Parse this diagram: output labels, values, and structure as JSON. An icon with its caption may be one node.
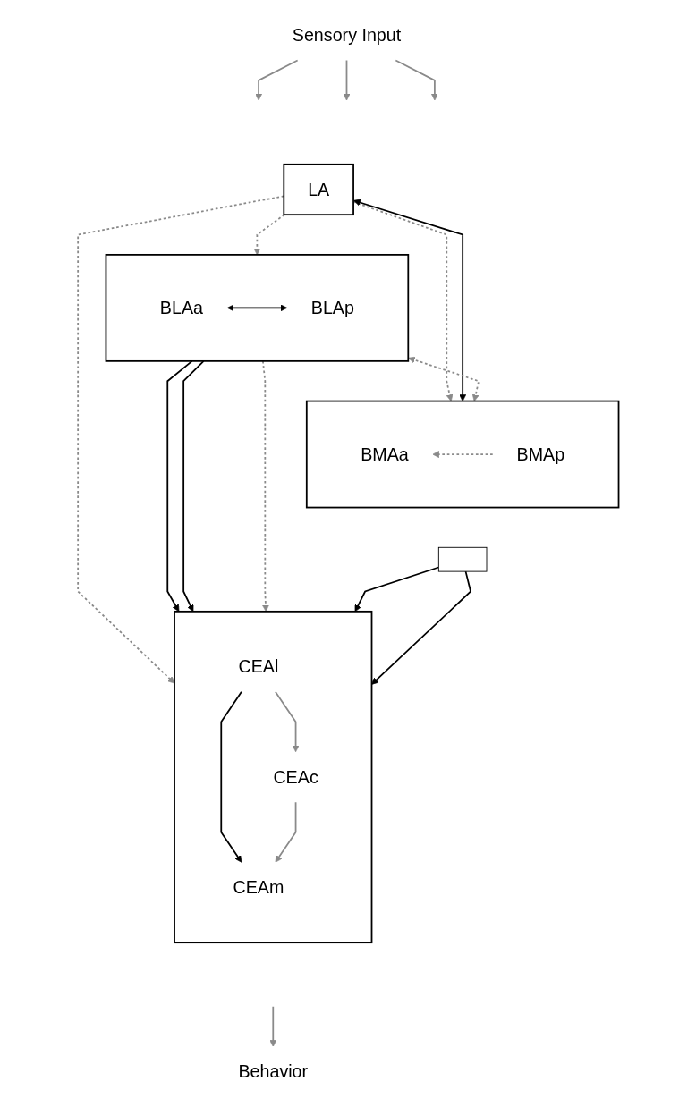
{
  "diagram": {
    "nodes": [
      {
        "text": [
          "Sensory Input"
        ]
      },
      {
        "text": [
          "LA"
        ]
      },
      {
        "text": [],
        "shape": "box"
      },
      {
        "text": [
          "BLAa"
        ],
        "in": 2
      },
      {
        "text": [
          "BLAp"
        ],
        "in": 2
      },
      {
        "text": [],
        "shape": "box"
      },
      {
        "text": [
          "BMAa"
        ],
        "in": 5
      },
      {
        "text": [
          "BMAp"
        ],
        "in": 5
      },
      {
        "text": [],
        "shape": "bar"
      },
      {
        "text": [],
        "shape": "box"
      },
      {
        "text": [
          "CEAl"
        ],
        "in": 9
      },
      {
        "text": [
          "CEAc"
        ],
        "in": 9
      },
      {
        "text": [
          "CEAm"
        ],
        "in": 9
      },
      {
        "text": [
          "Behavior"
        ]
      }
    ],
    "edges": [
      {
        "from": 0,
        "to": null,
        "arrow": "to"
      },
      {
        "from": 0,
        "to": null,
        "arrow": "to"
      },
      {
        "from": 0,
        "to": null,
        "arrow": "to"
      },
      {
        "from": 1,
        "to": 2,
        "arrow": "to",
        "style": "dashed"
      },
      {
        "from": 1,
        "to": 9,
        "arrow": "to",
        "style": "dashed"
      },
      {
        "from": 1,
        "to": 5,
        "arrow": "to",
        "style": "dashed"
      },
      {
        "from": 1,
        "to": 5,
        "arrow": "both",
        "color": "#000000"
      },
      {
        "from": 3,
        "to": 4,
        "arrow": "both",
        "color": "#000000"
      },
      {
        "from": 2,
        "to": 5,
        "arrow": "both",
        "style": "dashed"
      },
      {
        "from": 7,
        "to": 6,
        "arrow": "to",
        "style": "dashed"
      },
      {
        "from": 2,
        "to": 9,
        "arrow": "to",
        "color": "#000000"
      },
      {
        "from": 2,
        "to": 9,
        "arrow": "to",
        "color": "#000000"
      },
      {
        "from": 2,
        "to": 9,
        "arrow": "to",
        "style": "dashed"
      },
      {
        "from": 8,
        "to": 9,
        "arrow": "to",
        "color": "#000000"
      },
      {
        "from": 8,
        "to": 9,
        "arrow": "to",
        "color": "#000000"
      },
      {
        "from": 10,
        "to": 12,
        "arrow": "to",
        "color": "#000000"
      },
      {
        "from": 10,
        "to": 11,
        "arrow": "to"
      },
      {
        "from": 11,
        "to": 12,
        "arrow": "to"
      },
      {
        "from": null,
        "to": 13,
        "arrow": "to"
      }
    ]
  }
}
